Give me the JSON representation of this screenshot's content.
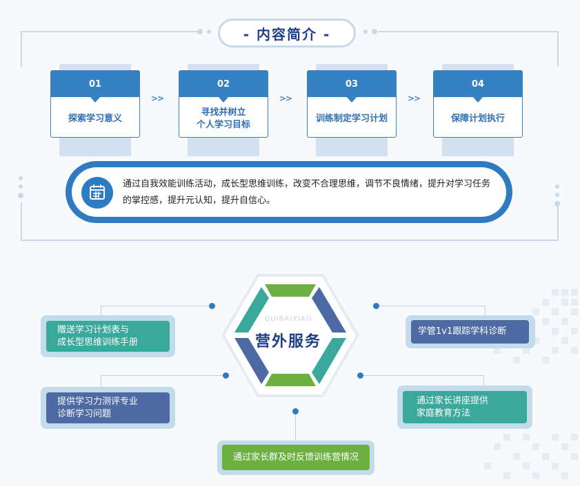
{
  "title": "- 内容简介 -",
  "steps": [
    {
      "num": "01",
      "label": "探索学习意义"
    },
    {
      "num": "02",
      "label": "寻找并树立\n个人学习目标"
    },
    {
      "num": "03",
      "label": "训练制定学习计划"
    },
    {
      "num": "04",
      "label": "保障计划执行"
    }
  ],
  "arrow_sep": ">>",
  "description": "通过自我效能训练活动，成长型思维训练，改变不合理思维，调节不良情绪，提升对学习任务的掌控感，提升元认知，提升自信心。",
  "center": {
    "title": "营外服务",
    "watermark": "GUIBAIXIAO"
  },
  "services": {
    "top_left": "赠送学习计划表与\n成长型思维训练手册",
    "top_right": "学管1v1跟踪学科诊断",
    "mid_left": "提供学习力测评专业\n诊断学习问题",
    "mid_right": "通过家长讲座提供\n家庭教育方法",
    "bottom": "通过家长群及时反馈训练营情况"
  },
  "colors": {
    "primary_blue": "#2f7bc2",
    "navy": "#4d6aa4",
    "teal": "#3aa99b",
    "green": "#6cb040",
    "title_text": "#1f3f88"
  },
  "icons": [
    "calendar-icon"
  ]
}
